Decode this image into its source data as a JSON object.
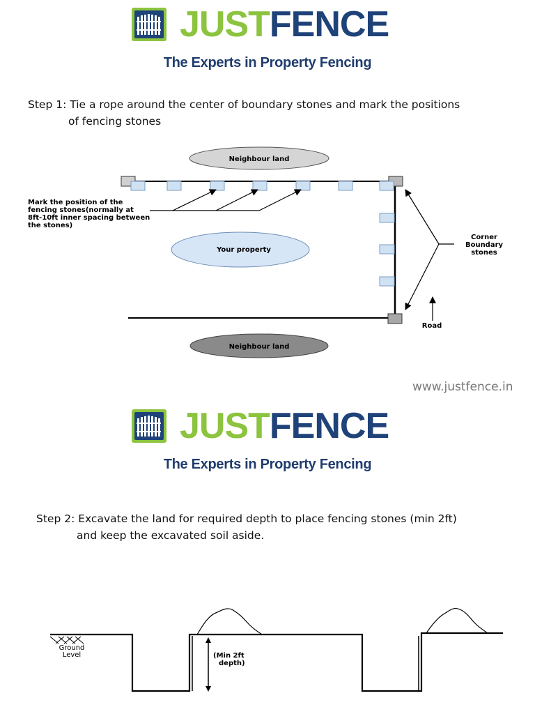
{
  "brand": {
    "name_part1": "JUST",
    "name_part2": "FENCE",
    "tagline": "The Experts in Property Fencing",
    "color_green": "#8cc43f",
    "color_blue": "#1f4379"
  },
  "step1": {
    "line1": "Step 1: Tie a rope around the center of boundary stones and mark the positions",
    "line2": "of fencing stones"
  },
  "diagram1": {
    "neighbour_top": "Neighbour land",
    "neighbour_bottom": "Neighbour land",
    "your_property": "Your property",
    "mark_note": [
      "Mark the position of the",
      "fencing stones(normally at",
      "8ft-10ft inner spacing between",
      "the stones)"
    ],
    "corner_label": [
      "Corner",
      "Boundary",
      "stones"
    ],
    "road_label": "Road"
  },
  "website": "www.justfence.in",
  "step2": {
    "line1": "Step 2: Excavate the land for required depth to place fencing stones (min 2ft)",
    "line2": "and keep the excavated soil aside."
  },
  "diagram2": {
    "ground_label": [
      "Ground",
      "Level"
    ],
    "depth_label": [
      "(Min 2ft",
      "depth)"
    ]
  }
}
